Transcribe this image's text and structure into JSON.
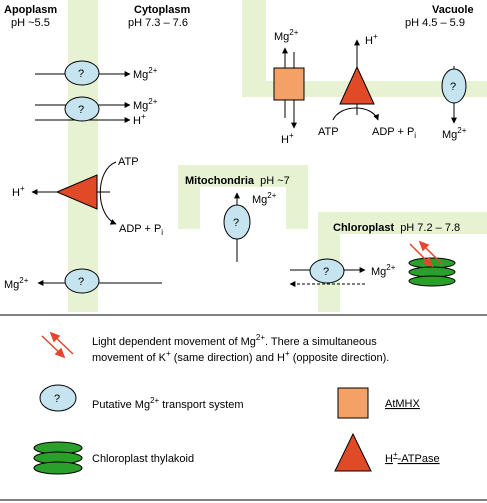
{
  "regions": {
    "apoplasm": {
      "name": "Apoplasm",
      "ph": "pH ~5.5"
    },
    "cytoplasm": {
      "name": "Cytoplasm",
      "ph": "pH 7.3 – 7.6"
    },
    "vacuole": {
      "name": "Vacuole",
      "ph": "pH 4.5 – 5.9"
    },
    "mitochondria": {
      "name": "Mitochondria",
      "ph": "pH ~7"
    },
    "chloroplast": {
      "name": "Chloroplast",
      "ph": "pH 7.2 – 7.8"
    }
  },
  "labels": {
    "transporter_symbol": "?",
    "mg": "Mg",
    "mg_charge": "2+",
    "h": "H",
    "h_charge": "+",
    "atp": "ATP",
    "adp_pi": "ADP + P",
    "pi_sub": "i"
  },
  "legend": {
    "light_text_1a": "Light dependent movement of Mg",
    "light_text_1b": ". There a simultaneous",
    "light_text_2": "movement of K",
    "light_text_2b": " (same direction) and H",
    "light_text_2c": " (opposite direction).",
    "putative_a": "Putative Mg",
    "putative_b": " transport system",
    "atmhx": "AtMHX",
    "thylakoid": "Chloroplast thylakoid",
    "h_atpase_a": "H",
    "h_atpase_b": "-ATPase"
  },
  "colors": {
    "membrane": "#e6f2d2",
    "transporter_fill": "#c5e4f0",
    "atmhx_fill": "#f3a166",
    "atpase_fill": "#e04a26",
    "thylakoid_fill": "#2aa02a",
    "light_arrow": "#e8462b"
  }
}
